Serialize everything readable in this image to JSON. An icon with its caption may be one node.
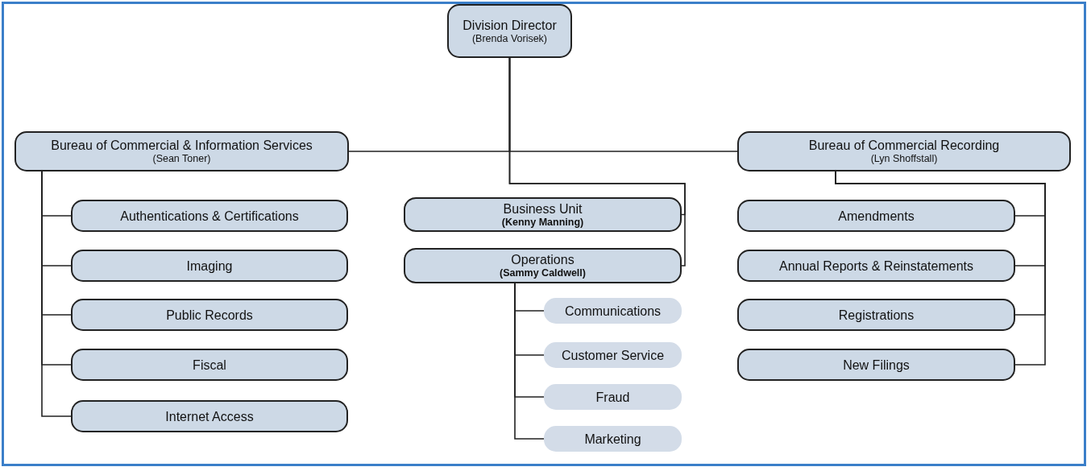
{
  "diagram": {
    "nodes": [
      {
        "text": [
          "Division Director",
          "(Brenda Vorisek)"
        ]
      },
      {
        "text": [
          "Bureau of Commercial & Information Services",
          "(Sean Toner)"
        ]
      },
      {
        "text": [
          "Bureau of Commercial Recording",
          "(Lyn Shoffstall)"
        ]
      },
      {
        "text": [
          "Authentications & Certifications"
        ]
      },
      {
        "text": [
          "Imaging"
        ]
      },
      {
        "text": [
          "Public Records"
        ]
      },
      {
        "text": [
          "Fiscal"
        ]
      },
      {
        "text": [
          "Internet Access"
        ]
      },
      {
        "text": [
          "Business Unit",
          "(Kenny Manning)"
        ]
      },
      {
        "text": [
          "Operations",
          "(Sammy Caldwell)"
        ]
      },
      {
        "text": [
          "Communications"
        ]
      },
      {
        "text": [
          "Customer Service"
        ]
      },
      {
        "text": [
          "Fraud"
        ]
      },
      {
        "text": [
          "Marketing"
        ]
      },
      {
        "text": [
          "Amendments"
        ]
      },
      {
        "text": [
          "Annual Reports & Reinstatements"
        ]
      },
      {
        "text": [
          "Registrations"
        ]
      },
      {
        "text": [
          "New Filings"
        ]
      }
    ],
    "edges": [
      {
        "from": 0,
        "to": 1,
        "arrow": "none"
      },
      {
        "from": 0,
        "to": 2,
        "arrow": "none"
      },
      {
        "from": 0,
        "to": 8,
        "arrow": "none"
      },
      {
        "from": 0,
        "to": 9,
        "arrow": "none"
      },
      {
        "from": 1,
        "to": 3,
        "arrow": "none"
      },
      {
        "from": 1,
        "to": 4,
        "arrow": "none"
      },
      {
        "from": 1,
        "to": 5,
        "arrow": "none"
      },
      {
        "from": 1,
        "to": 6,
        "arrow": "none"
      },
      {
        "from": 1,
        "to": 7,
        "arrow": "none"
      },
      {
        "from": 9,
        "to": 10,
        "arrow": "none"
      },
      {
        "from": 9,
        "to": 11,
        "arrow": "none"
      },
      {
        "from": 9,
        "to": 12,
        "arrow": "none"
      },
      {
        "from": 9,
        "to": 13,
        "arrow": "none"
      },
      {
        "from": 2,
        "to": 14,
        "arrow": "none"
      },
      {
        "from": 2,
        "to": 15,
        "arrow": "none"
      },
      {
        "from": 2,
        "to": 16,
        "arrow": "none"
      },
      {
        "from": 2,
        "to": 17,
        "arrow": "none"
      }
    ]
  }
}
